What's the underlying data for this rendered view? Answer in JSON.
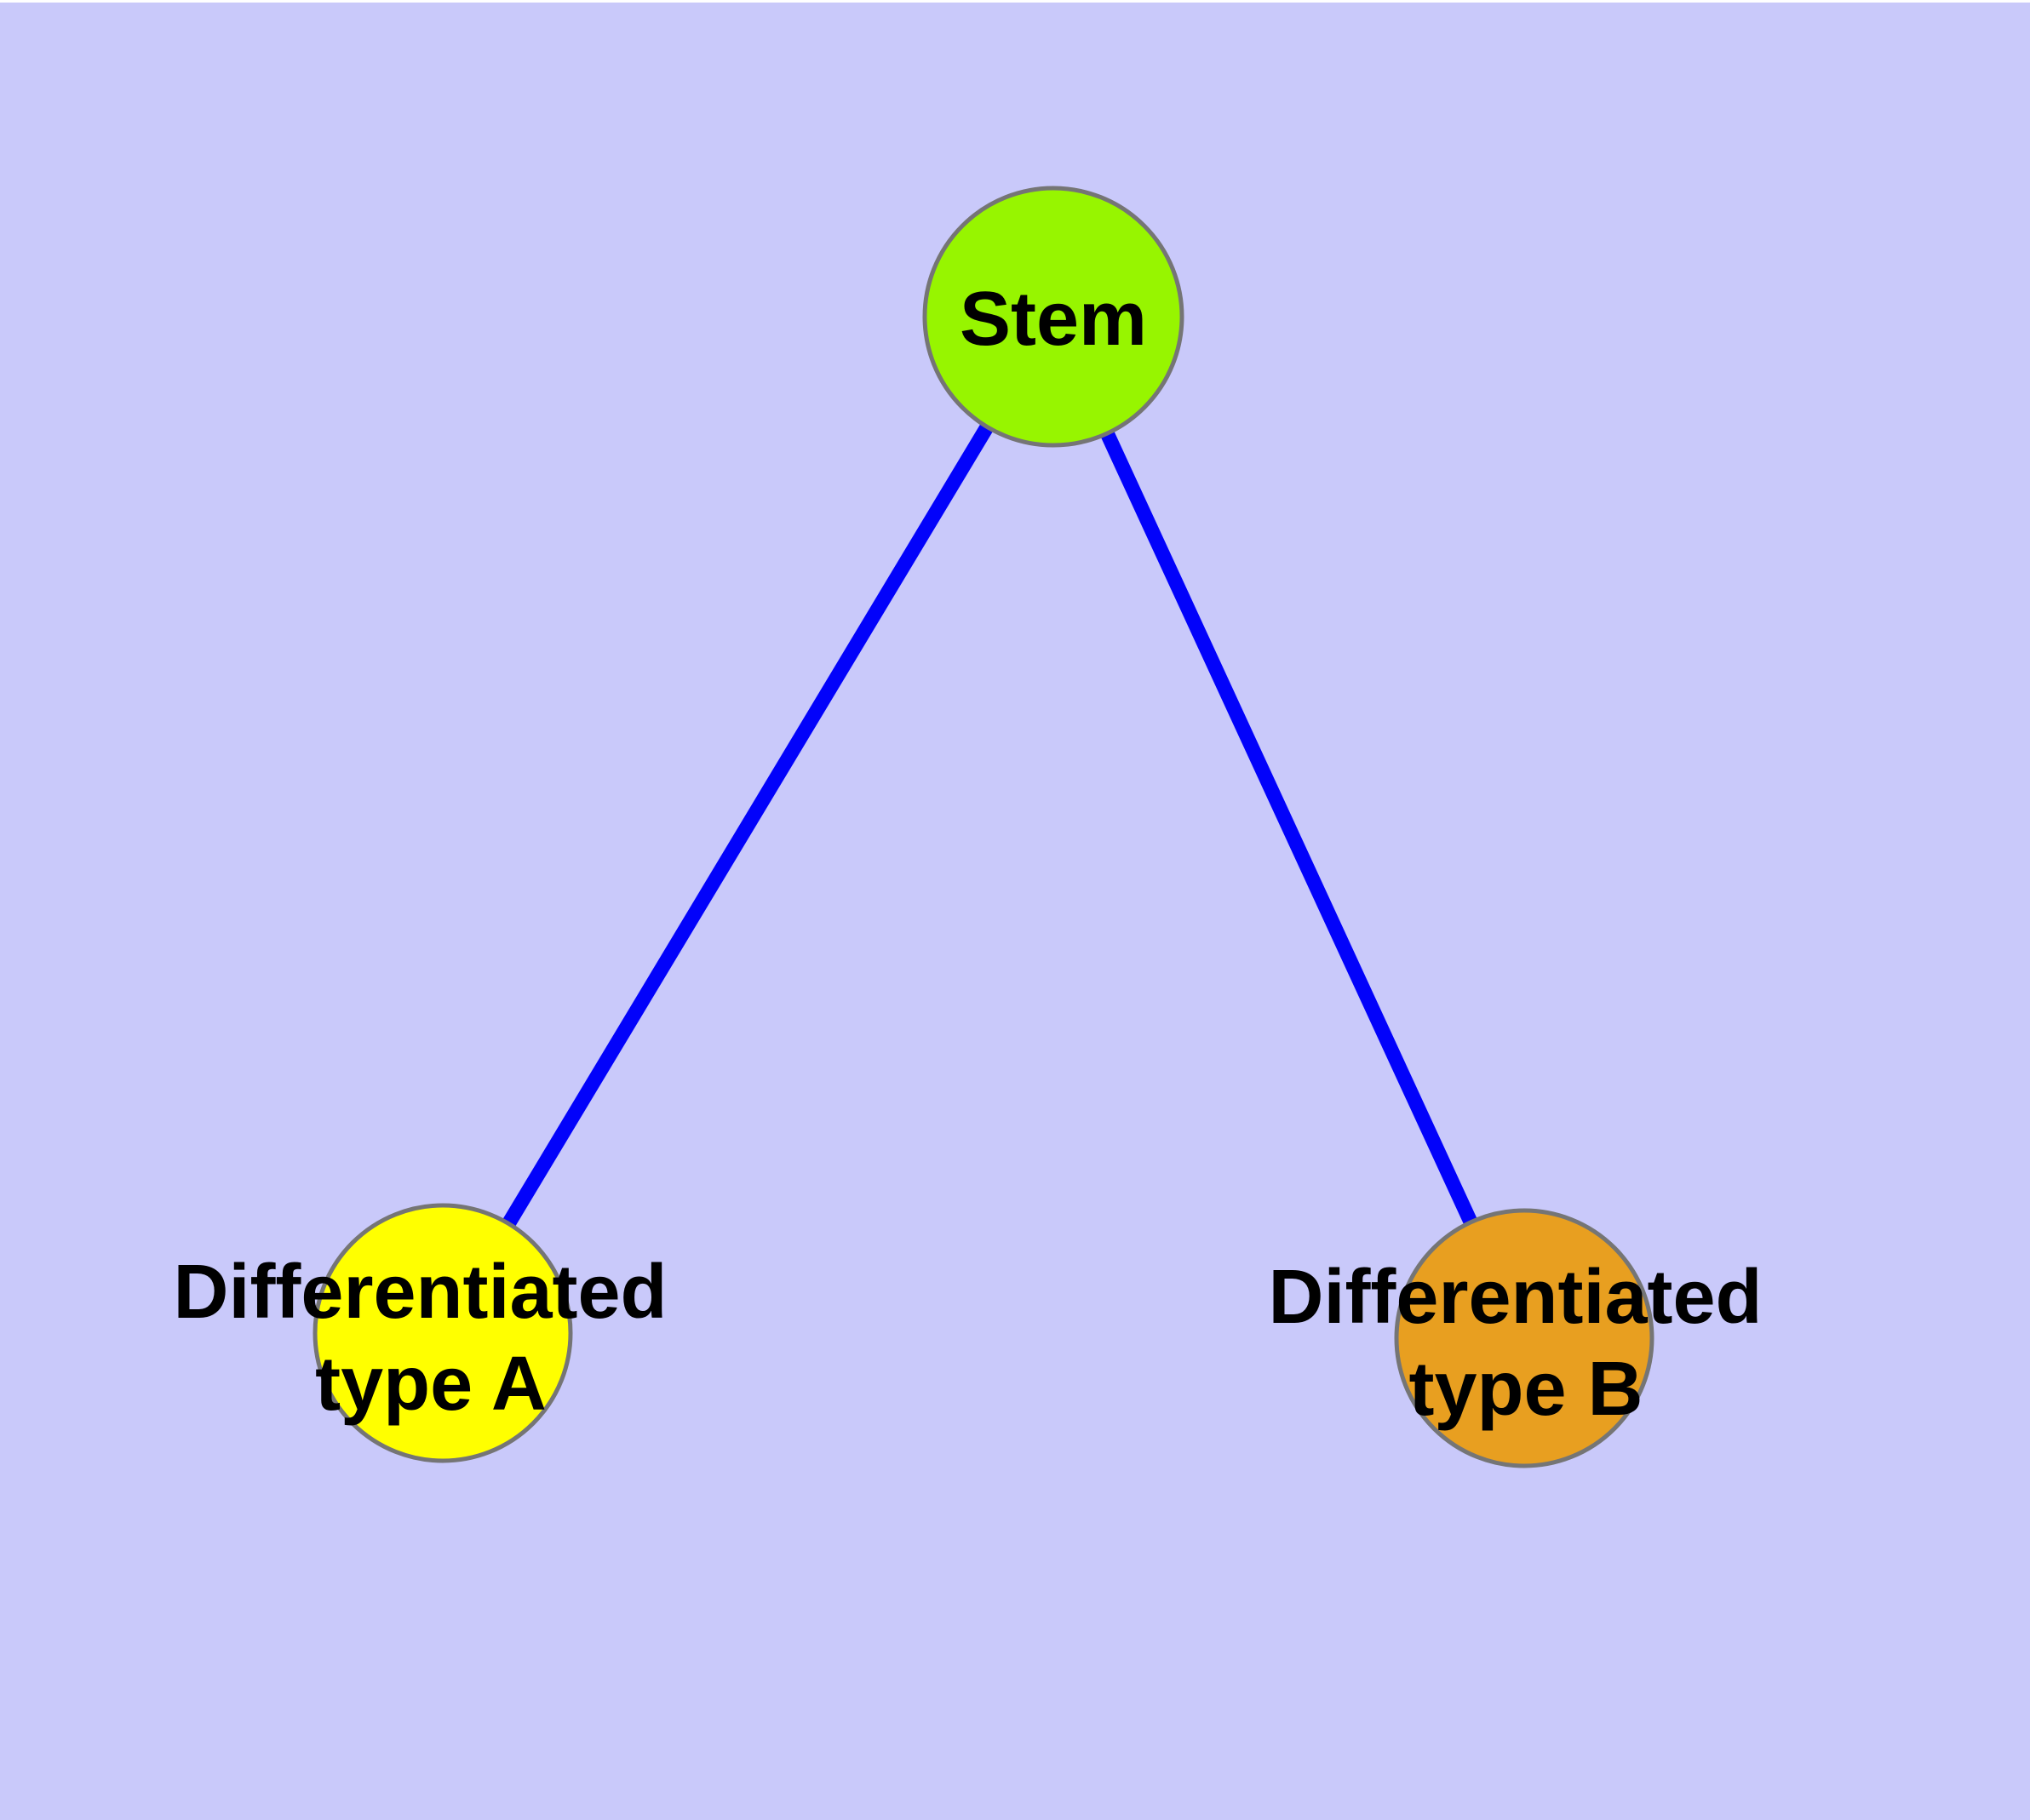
{
  "diagram": {
    "background_color": "#C9C9FA",
    "top_strip_color": "#FFFFFF",
    "edge_color": "#0202FA",
    "node_border_color": "#757575",
    "label_color": "#000000",
    "nodes": {
      "stem": {
        "label": "Stem",
        "fill": "#97F500"
      },
      "type_a": {
        "label_line1": "Differentiated",
        "label_line2": "type A",
        "fill": "#FFFF00"
      },
      "type_b": {
        "label_line1": "Differentiated",
        "label_line2": "type B",
        "fill": "#E89F20"
      }
    },
    "edges": [
      {
        "from": "Stem",
        "to": "Differentiated type A"
      },
      {
        "from": "Stem",
        "to": "Differentiated type B"
      }
    ]
  }
}
